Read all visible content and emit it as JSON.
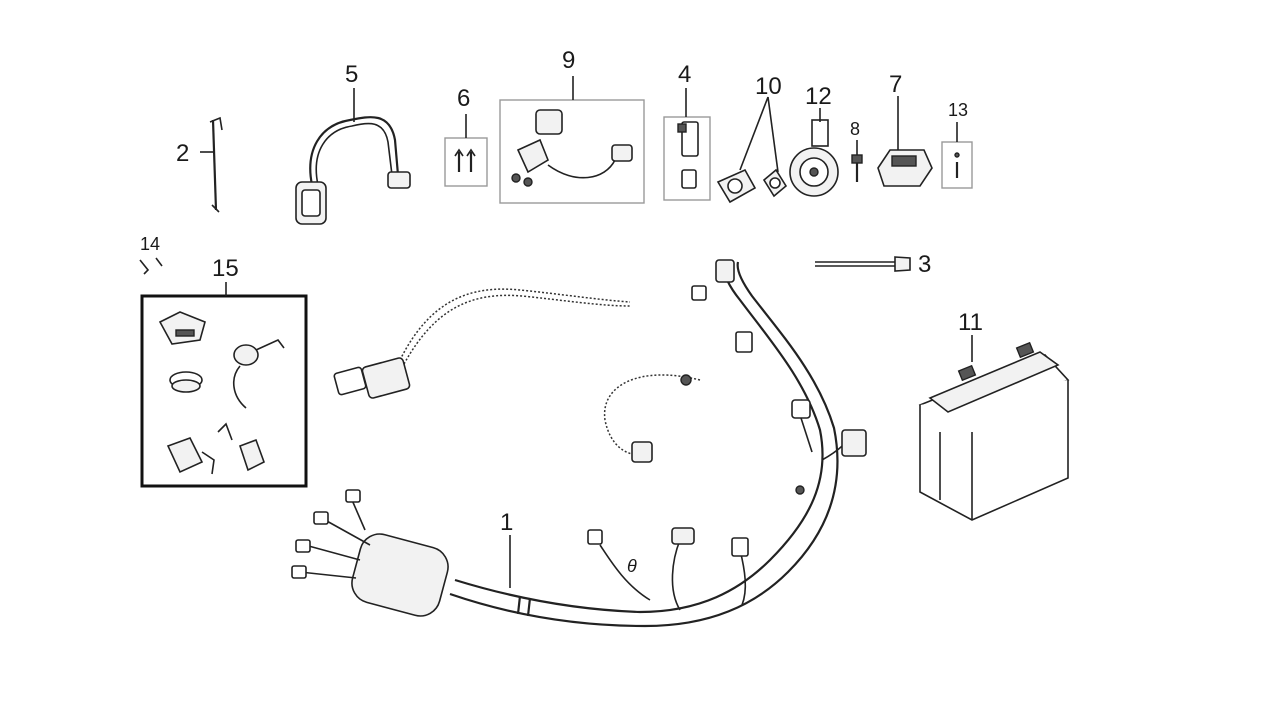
{
  "diagram": {
    "callouts": [
      {
        "id": "1",
        "label": "1"
      },
      {
        "id": "2",
        "label": "2"
      },
      {
        "id": "3",
        "label": "3"
      },
      {
        "id": "4",
        "label": "4"
      },
      {
        "id": "5",
        "label": "5"
      },
      {
        "id": "6",
        "label": "6"
      },
      {
        "id": "7",
        "label": "7"
      },
      {
        "id": "8",
        "label": "8"
      },
      {
        "id": "9",
        "label": "9"
      },
      {
        "id": "10",
        "label": "10"
      },
      {
        "id": "11",
        "label": "11"
      },
      {
        "id": "12",
        "label": "12"
      },
      {
        "id": "13",
        "label": "13"
      },
      {
        "id": "14",
        "label": "14"
      },
      {
        "id": "15",
        "label": "15"
      }
    ],
    "harness_marker": "θ",
    "colors": {
      "ink": "#222222",
      "background": "#ffffff",
      "frame": "#111111",
      "box": "#999999"
    }
  }
}
